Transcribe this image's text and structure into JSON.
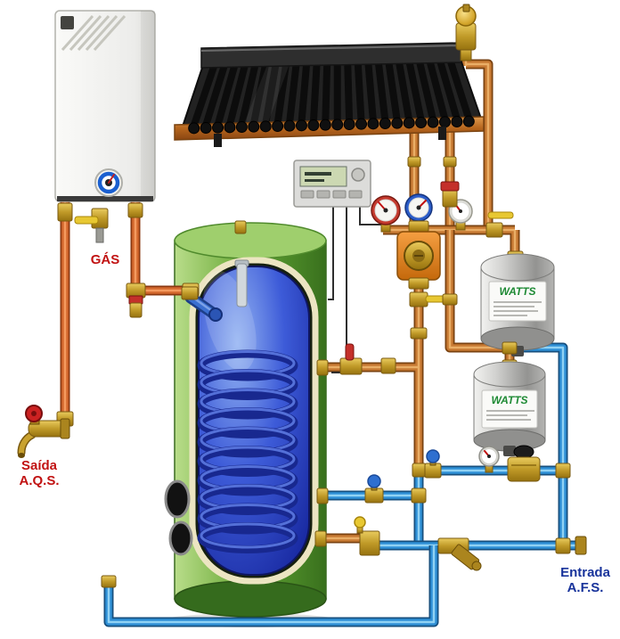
{
  "meta": {
    "description": "Solar thermal water heating installation diagram: gas water heater, solar collector, solar storage tank with coil, pump group, expansion vessels and cold/hot water piping"
  },
  "labels": {
    "gas": "GÁS",
    "saida": {
      "line1": "Saída",
      "line2": "A.Q.S."
    },
    "entrada": {
      "line1": "Entrada",
      "line2": "A.F.S."
    }
  },
  "vessels": {
    "top": {
      "brand": "WATTS"
    },
    "bottom": {
      "brand": "WATTS"
    }
  },
  "figure": {
    "collector_tubes": 24,
    "coil_turns": 10
  },
  "colors": {
    "copper_pipe": "#c87a33",
    "hot_pipe": "#d4692e",
    "cold_pipe": "#2f90d6",
    "tank_green": "#6fae3e",
    "inner_tank_blue": "#3d5bd8",
    "coil_blue": "#18288f",
    "coil_highlight": "#5470d8",
    "tube_dark": "#0c0c0c",
    "brass": "#c9a227",
    "pump_orange": "#e8821e",
    "label_red": "#c11212",
    "label_blue": "#18339b",
    "watts_green": "#1e8a34"
  }
}
